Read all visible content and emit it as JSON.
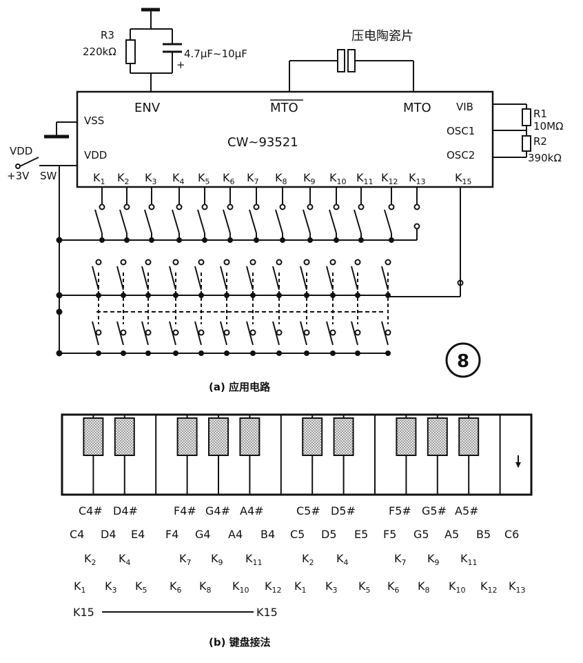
{
  "circuit": {
    "chip_name": "CW~93521",
    "env": "ENV",
    "mto_bar": "MTO",
    "mto": "MTO",
    "vib": "VIB",
    "osc1": "OSC1",
    "osc2": "OSC2",
    "vss": "VSS",
    "vdd": "VDD",
    "piezo_label": "压电陶瓷片",
    "r3": "R3",
    "r3_value": "220kΩ",
    "cap_value": "4.7μF~10μF",
    "r1": "R1",
    "r1_value": "10MΩ",
    "r2": "R2",
    "r2_value": "390kΩ",
    "supply_vdd": "VDD",
    "supply_voltage": "+3V",
    "switch": "SW",
    "pins": [
      "K1",
      "K2",
      "K3",
      "K4",
      "K5",
      "K6",
      "K7",
      "K8",
      "K9",
      "K10",
      "K11",
      "K12",
      "K13",
      "K15"
    ],
    "badge": "8",
    "caption_a": "(a) 应用电路"
  },
  "keyboard": {
    "sharp_names": [
      "C4#",
      "D4#",
      "F4#",
      "G4#",
      "A4#",
      "C5#",
      "D5#",
      "F5#",
      "G5#",
      "A5#"
    ],
    "natural_names": [
      "C4",
      "D4",
      "E4",
      "F4",
      "G4",
      "A4",
      "B4",
      "C5",
      "D5",
      "E5",
      "F5",
      "G5",
      "A5",
      "B5",
      "C6"
    ],
    "sharp_keys": [
      "K2",
      "K4",
      "K7",
      "K9",
      "K11",
      "K2",
      "K4",
      "K7",
      "K9",
      "K11"
    ],
    "natural_keys": [
      "K1",
      "K3",
      "K5",
      "K6",
      "K8",
      "K10",
      "K12",
      "K1",
      "K3",
      "K5",
      "K6",
      "K8",
      "K10",
      "K12",
      "K13"
    ],
    "k15_left": "K15",
    "k15_right": "K15",
    "caption_b": "(b) 键盘接法"
  }
}
